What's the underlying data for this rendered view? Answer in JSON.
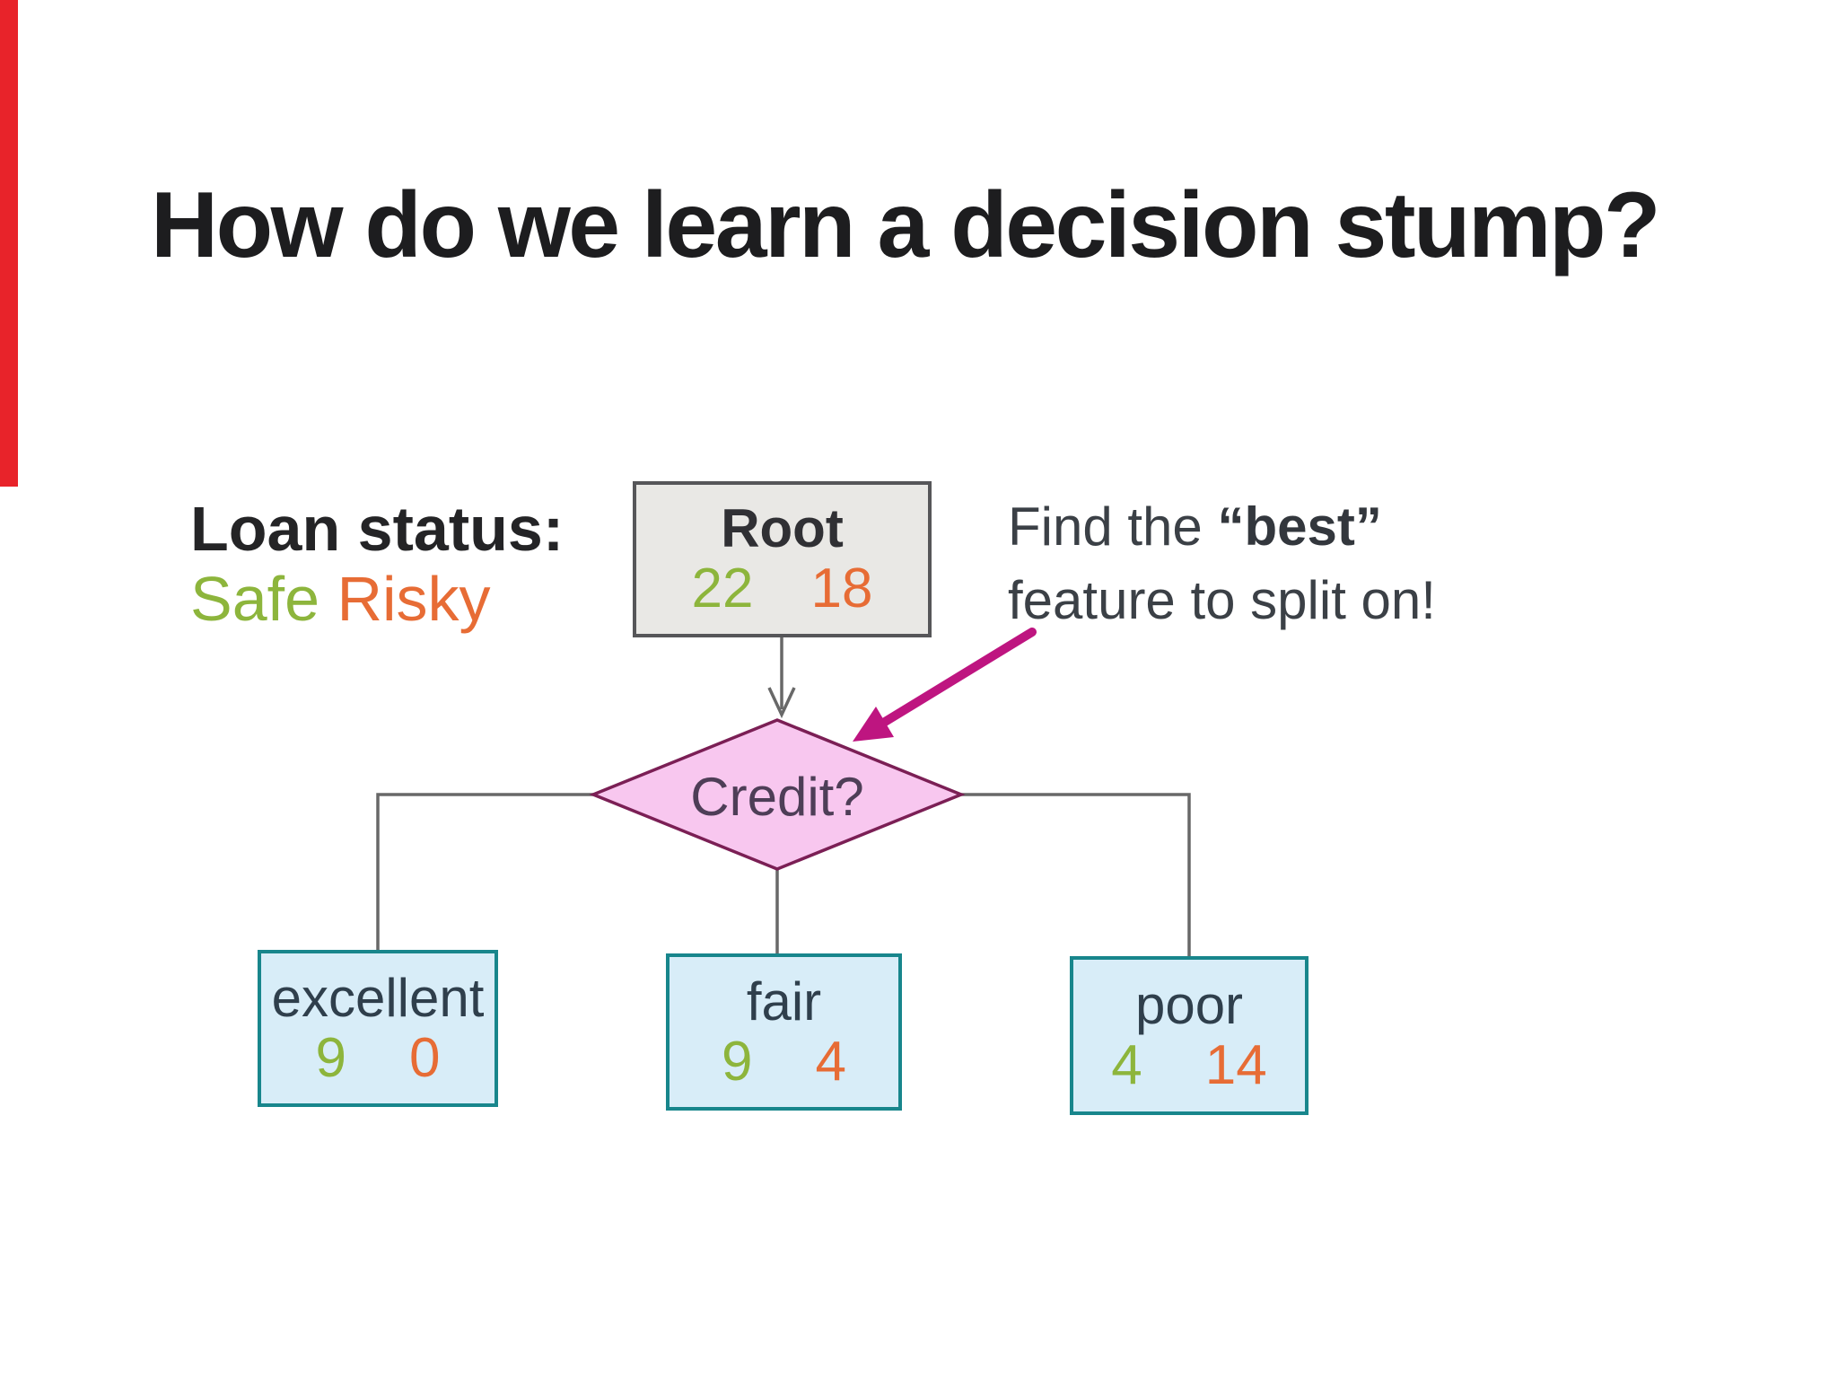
{
  "slide": {
    "title": "How do we learn a decision stump?"
  },
  "legend": {
    "title": "Loan status:",
    "safe": "Safe",
    "risky": "Risky"
  },
  "annotation": {
    "prefix": "Find the ",
    "best": "“best”",
    "line2": "feature to split on!"
  },
  "tree": {
    "root": {
      "label": "Root",
      "safe_count": "22",
      "risky_count": "18"
    },
    "split_question": "Credit?",
    "leaves": [
      {
        "label": "excellent",
        "safe_count": "9",
        "risky_count": "0"
      },
      {
        "label": "fair",
        "safe_count": "9",
        "risky_count": "4"
      },
      {
        "label": "poor",
        "safe_count": "4",
        "risky_count": "14"
      }
    ]
  },
  "colors": {
    "accent_red": "#e8232a",
    "safe_green": "#8db53c",
    "risky_orange": "#e76c35",
    "root_fill": "#e9e8e5",
    "root_border": "#565659",
    "diamond_fill": "#f8c7ef",
    "diamond_border": "#7b1f55",
    "leaf_fill": "#d8edf8",
    "leaf_border": "#18868c",
    "connector_gray": "#686868",
    "arrow_magenta": "#be1580"
  }
}
